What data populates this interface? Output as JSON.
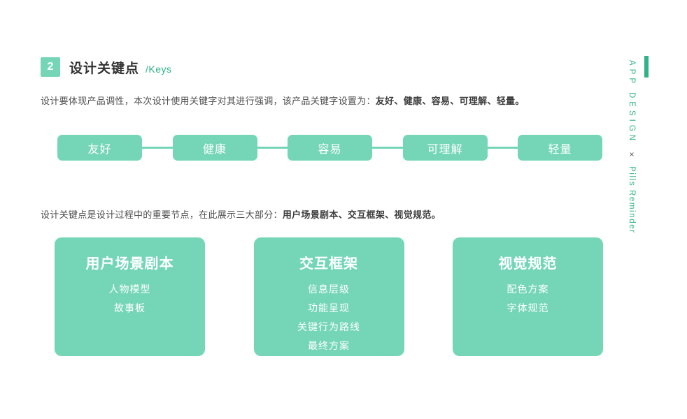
{
  "colors": {
    "mint": "#74d6b6",
    "accent_green": "#2fb287",
    "title_text": "#333333",
    "body_text": "#4f4f4f",
    "cross_gray": "#555555",
    "background": "#ffffff"
  },
  "header": {
    "number": "2",
    "title": "设计关键点",
    "subtitle": "/Keys"
  },
  "intro": {
    "lead": "设计要体现产品调性，本次设计使用关键字对其进行强调，该产品关键字设置为：",
    "emphasis": "友好、健康、容易、可理解、轻量。"
  },
  "keywords": [
    "友好",
    "健康",
    "容易",
    "可理解",
    "轻量"
  ],
  "section": {
    "lead": "设计关键点是设计过程中的重要节点，在此展示三大部分：",
    "emphasis": "用户场景剧本、交互框架、视觉规范。"
  },
  "cards": [
    {
      "title": "用户场景剧本",
      "items": [
        "人物模型",
        "故事板"
      ]
    },
    {
      "title": "交互框架",
      "items": [
        "信息层级",
        "功能呈现",
        "关键行为路线",
        "最终方案"
      ]
    },
    {
      "title": "视觉规范",
      "items": [
        "配色方案",
        "字体规范"
      ]
    }
  ],
  "sidebar": {
    "app": "APP DESIGN",
    "cross": "×",
    "product": "Pills Reminder"
  }
}
